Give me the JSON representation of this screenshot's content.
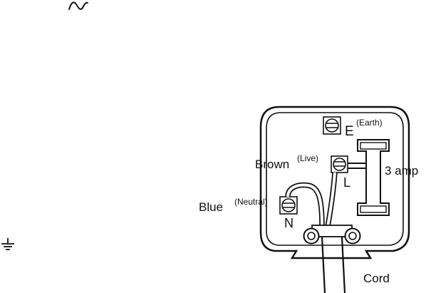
{
  "symbols": {
    "ac": "ac-tilde-icon",
    "earth": "earth-ground-icon"
  },
  "labels": {
    "earth_letter": "E",
    "earth_sup": "(Earth)",
    "brown": "Brown",
    "live_sup": "(Live)",
    "live_letter": "L",
    "blue": "Blue",
    "neutral_sup": "(Neutral)",
    "neutral_letter": "N",
    "fuse": "3 amp",
    "cord": "Cord"
  },
  "colors": {
    "ink": "#111111",
    "background": "#ffffff"
  }
}
